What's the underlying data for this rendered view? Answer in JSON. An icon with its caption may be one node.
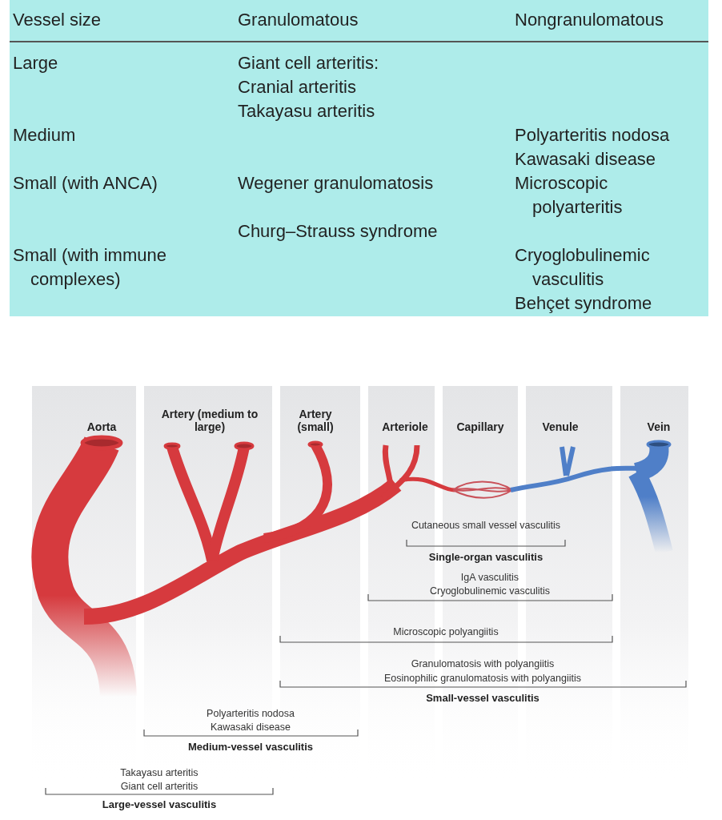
{
  "diagram": {
    "labels": [
      "Vessel size",
      "Granulomatous",
      "Nongranulomatous",
      "Large",
      "Giant cell arteritis:",
      "Cranial arteritis",
      "Takayasu arteritis",
      "Medium",
      "Polyarteritis nodosa",
      "Kawasaki disease",
      "Small (with ANCA)",
      "Wegener granulomatosis",
      "Microscopic polyarteritis",
      "Churg–Strauss syndrome",
      "Small (with immune complexes)",
      "Cryoglobulinemic vasculitis",
      "Behçet syndrome",
      "Aorta",
      "Artery (medium to large)",
      "Artery (small)",
      "Arteriole",
      "Capillary",
      "Venule",
      "Vein",
      "Cutaneous small vessel vasculitis",
      "Single-organ vasculitis",
      "IgA vasculitis",
      "Cryoglobulinemic vasculitis",
      "Microscopic polyangiitis",
      "Granulomatosis with polyangiitis",
      "Eosinophilic granulomatosis with polyangiitis",
      "Small-vessel vasculitis",
      "Polyarteritis nodosa",
      "Kawasaki disease",
      "Medium-vessel vasculitis",
      "Takayasu arteritis",
      "Giant cell arteritis",
      "Large-vessel vasculitis"
    ]
  }
}
